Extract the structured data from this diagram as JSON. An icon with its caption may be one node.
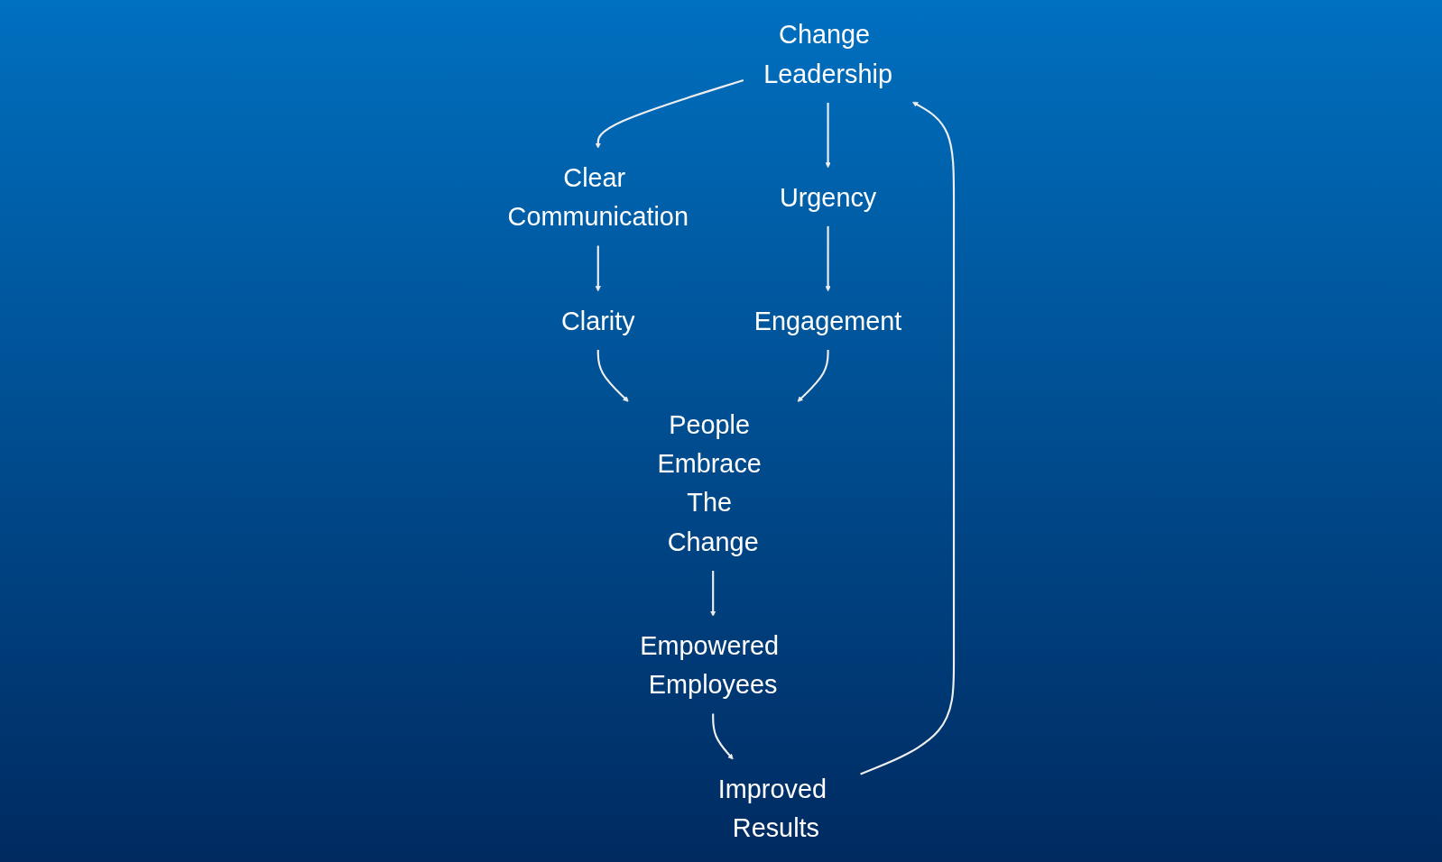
{
  "diagram": {
    "nodes": [
      {
        "text": [
          "Change Leadership"
        ]
      },
      {
        "text": [
          "Clear Communication"
        ]
      },
      {
        "text": [
          "Urgency"
        ]
      },
      {
        "text": [
          "Clarity"
        ]
      },
      {
        "text": [
          "Engagement"
        ]
      },
      {
        "text": [
          "People Embrace The Change"
        ]
      },
      {
        "text": [
          "Empowered Employees"
        ]
      },
      {
        "text": [
          "Improved Results"
        ]
      }
    ],
    "edges": [
      {
        "from": 0,
        "to": 1,
        "arrow": "to"
      },
      {
        "from": 0,
        "to": 2,
        "arrow": "to"
      },
      {
        "from": 1,
        "to": 3,
        "arrow": "to"
      },
      {
        "from": 2,
        "to": 4,
        "arrow": "to"
      },
      {
        "from": 3,
        "to": 5,
        "arrow": "to"
      },
      {
        "from": 4,
        "to": 5,
        "arrow": "to"
      },
      {
        "from": 5,
        "to": 6,
        "arrow": "to"
      },
      {
        "from": 6,
        "to": 7,
        "arrow": "to"
      },
      {
        "from": 7,
        "to": 0,
        "arrow": "to"
      }
    ]
  }
}
